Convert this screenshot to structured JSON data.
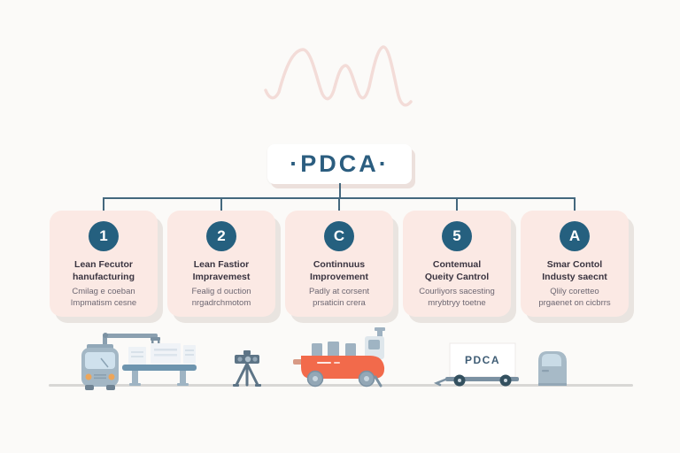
{
  "header": {
    "title": "·PDCA·"
  },
  "cards": [
    {
      "badge": "1",
      "title": [
        "Lean Fecutor",
        "hanufacturing"
      ],
      "subtitle": [
        "Cmilag e coeban",
        "Impmatism cesne"
      ]
    },
    {
      "badge": "2",
      "title": [
        "Lean Fastior",
        "Impravemest"
      ],
      "subtitle": [
        "Fealig d ouction",
        "nrgadrchmotom"
      ]
    },
    {
      "badge": "C",
      "title": [
        "Continnuus",
        "Improvement"
      ],
      "subtitle": [
        "Padly at corsent",
        "prsaticin crera"
      ]
    },
    {
      "badge": "5",
      "title": [
        "Contemual",
        "Queity Cantrol"
      ],
      "subtitle": [
        "Courliyors sacesting",
        "mrybtryy toetne"
      ]
    },
    {
      "badge": "A",
      "title": [
        "Smar Contol",
        "Industy saecnt"
      ],
      "subtitle": [
        "Qlily coretteo",
        "prgaenet on cicbrrs"
      ]
    }
  ],
  "illustrations": {
    "trailer_label": "PDCA"
  },
  "colors": {
    "background": "#fbfaf8",
    "accent_blue": "#2b5d7f",
    "badge_blue": "#25607f",
    "card_pink": "#fbe9e4",
    "connector": "#44687e",
    "orange": "#f26a4b",
    "steel_blue": "#a3b7c5",
    "dark_steel": "#5d7486",
    "wave_pink": "#f3dcd8",
    "ground": "#d8d7d5"
  }
}
